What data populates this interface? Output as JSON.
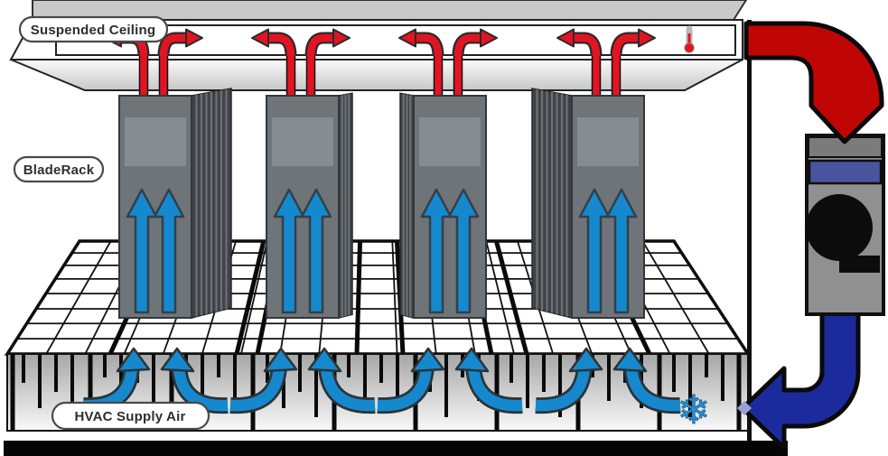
{
  "diagram": {
    "name": "data-center-cooling-airflow-diagram",
    "labels": {
      "suspended_ceiling": "Suspended Ceiling",
      "blade_rack": "BladeRack",
      "hvac_supply_air": "HVAC Supply Air"
    },
    "icons": {
      "thermometer": "thermometer-icon",
      "snowflake": "snowflake-icon",
      "snowflake_glyph": "❄",
      "blower": "blower-fan-icon"
    },
    "colors": {
      "hot_air": "#e31422",
      "hot_loop": "#c00505",
      "cold_air": "#1689ce",
      "cold_loop": "#1b2b9d",
      "crac_band": "#4a549e",
      "rack_body": "#6e7478",
      "rack_panel": "#868c90",
      "rack_fins": "#3f4347",
      "fin_stripe": "#6b7075",
      "ceiling_gray": "#c9c9c9",
      "snowflake": "#2d8fd0",
      "outline": "#111111",
      "arrow_tip_highlight": "#98a0d4"
    },
    "counts": {
      "blade_racks": 4,
      "exhaust_pipes_per_rack": 2,
      "ceiling_hot_air_arrows": 8,
      "rack_intake_arrows_per_rack": 2,
      "underfloor_arrow_pairs": 4
    }
  }
}
